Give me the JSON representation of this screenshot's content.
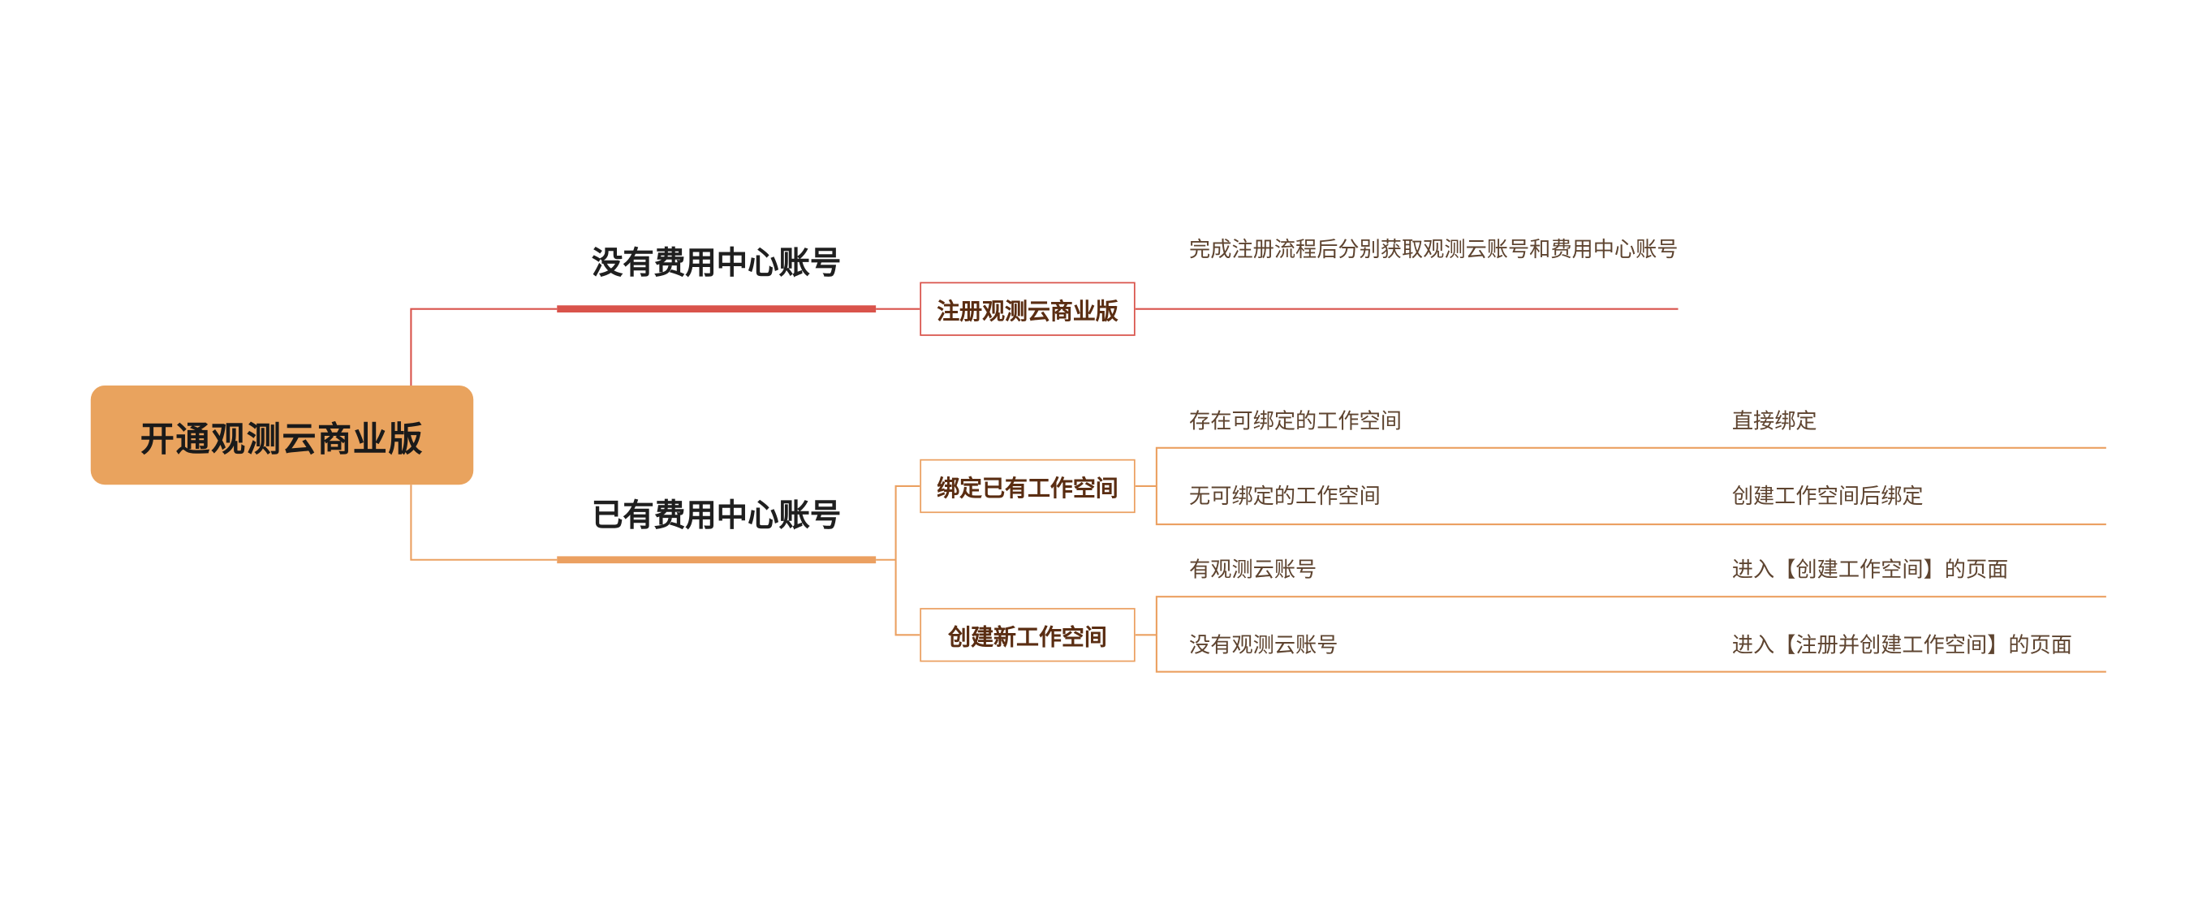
{
  "colors": {
    "root_fill": "#E9A35E",
    "red": "#D9534B",
    "orange": "#EBA061"
  },
  "root": {
    "label": "开通观测云商业版"
  },
  "branches": [
    {
      "label": "没有费用中心账号",
      "children": [
        {
          "label": "注册观测云商业版",
          "leaves": [
            {
              "label": "完成注册流程后分别获取观测云账号和费用中心账号"
            }
          ]
        }
      ]
    },
    {
      "label": "已有费用中心账号",
      "children": [
        {
          "label": "绑定已有工作空间",
          "leaves": [
            {
              "label": "存在可绑定的工作空间",
              "result": "直接绑定"
            },
            {
              "label": "无可绑定的工作空间",
              "result": "创建工作空间后绑定"
            }
          ]
        },
        {
          "label": "创建新工作空间",
          "leaves": [
            {
              "label": "有观测云账号",
              "result": "进入【创建工作空间】的页面"
            },
            {
              "label": "没有观测云账号",
              "result": "进入【注册并创建工作空间】的页面"
            }
          ]
        }
      ]
    }
  ]
}
